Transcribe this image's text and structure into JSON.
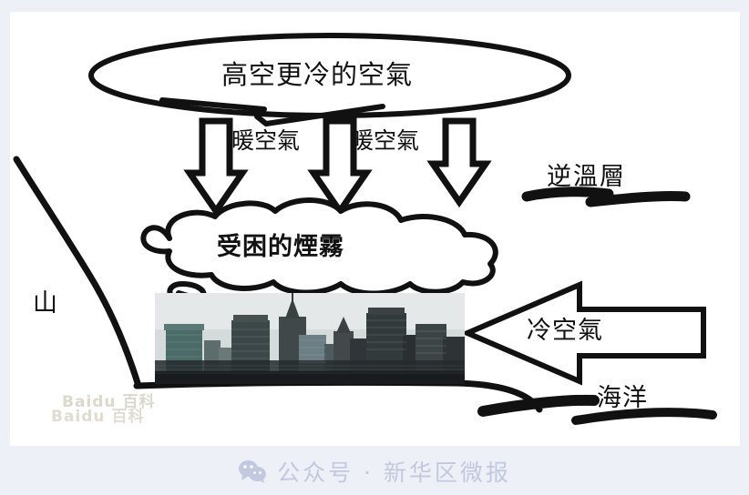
{
  "page": {
    "background_color": "#eef0f7",
    "card_color": "#ffffff",
    "ink_color": "#111111"
  },
  "diagram": {
    "title_balloon": {
      "label": "高空更冷的空氣",
      "shape": "ellipse-callout"
    },
    "warm_air_arrows": [
      {
        "label": "",
        "direction": "down"
      },
      {
        "label": "",
        "direction": "down"
      },
      {
        "label": "",
        "direction": "down"
      }
    ],
    "warm_air_labels": [
      "暖空氣",
      "暖空氣"
    ],
    "smog_cloud": {
      "label": "受困的煙霧",
      "shape": "cloud"
    },
    "inversion_layer": {
      "label": "逆溫層",
      "stroke": "thick-brush-line"
    },
    "cold_air_arrow": {
      "label": "冷空氣",
      "direction": "left"
    },
    "ocean": {
      "label": "海洋",
      "stroke": "thick-brush-line"
    },
    "mountain": {
      "label": "山",
      "stroke": "curved-slope-line"
    },
    "city_photo": {
      "name": "city-skyline-photograph",
      "sky_color": "#e9ecec",
      "building_colors": [
        "#4a6b68",
        "#3a4446",
        "#2a3133",
        "#1d2224",
        "#555f61"
      ]
    }
  },
  "watermarks": {
    "baidu_line1": "Baidu 百科",
    "baidu_line2": "Baidu 百科",
    "footer_icon": "wechat-icon",
    "footer_text": "公众号 · 新华区微报",
    "footer_color": "#c2c8de"
  }
}
